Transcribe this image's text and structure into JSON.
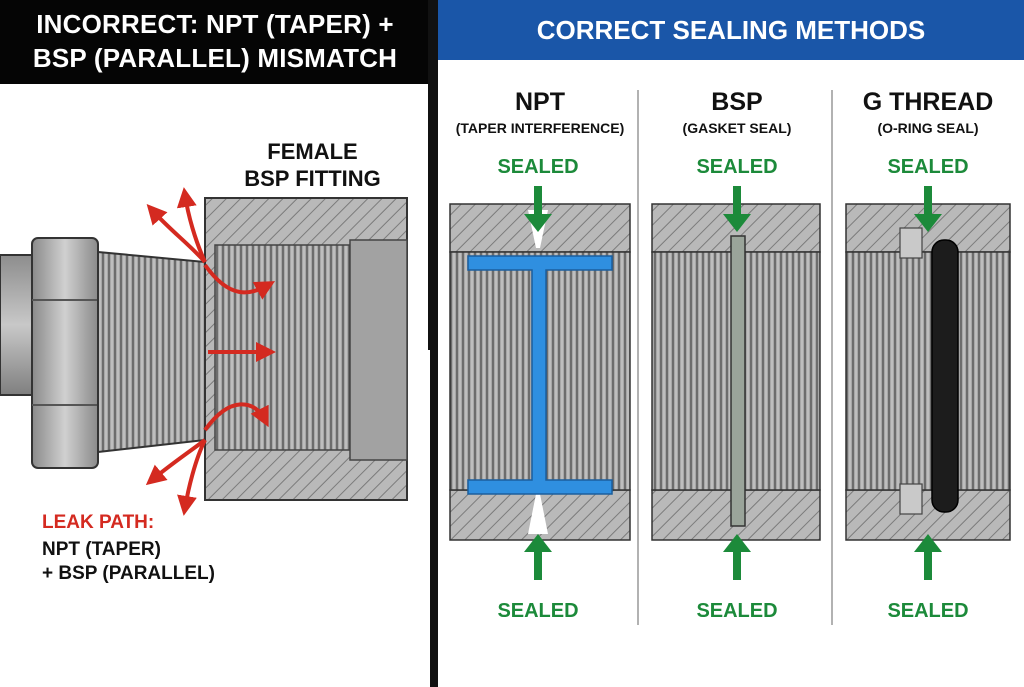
{
  "left_panel": {
    "header_line1": "INCORRECT: NPT (TAPER) +",
    "header_line2": "BSP (PARALLEL) MISMATCH",
    "fitting_label_line1": "FEMALE",
    "fitting_label_line2": "BSP FITTING",
    "leak_label": "LEAK PATH:",
    "leak_detail_line1": "NPT (TAPER)",
    "leak_detail_line2": "+ BSP (PARALLEL)"
  },
  "right_panel": {
    "header": "CORRECT SEALING METHODS",
    "columns": [
      {
        "title": "NPT",
        "subtitle": "(TAPER INTERFERENCE)",
        "top_label": "SEALED",
        "bottom_label": "SEALED"
      },
      {
        "title": "BSP",
        "subtitle": "(GASKET SEAL)",
        "top_label": "SEALED",
        "bottom_label": "SEALED"
      },
      {
        "title": "G THREAD",
        "subtitle": "(O-RING SEAL)",
        "top_label": "SEALED",
        "bottom_label": "SEALED"
      }
    ]
  },
  "colors": {
    "leak_red": "#d42a20",
    "sealed_green": "#1c8a3a",
    "header_blue": "#1a56a8",
    "sealant_blue": "#2f8fe0",
    "steel_gray": "#a9a9a9"
  }
}
